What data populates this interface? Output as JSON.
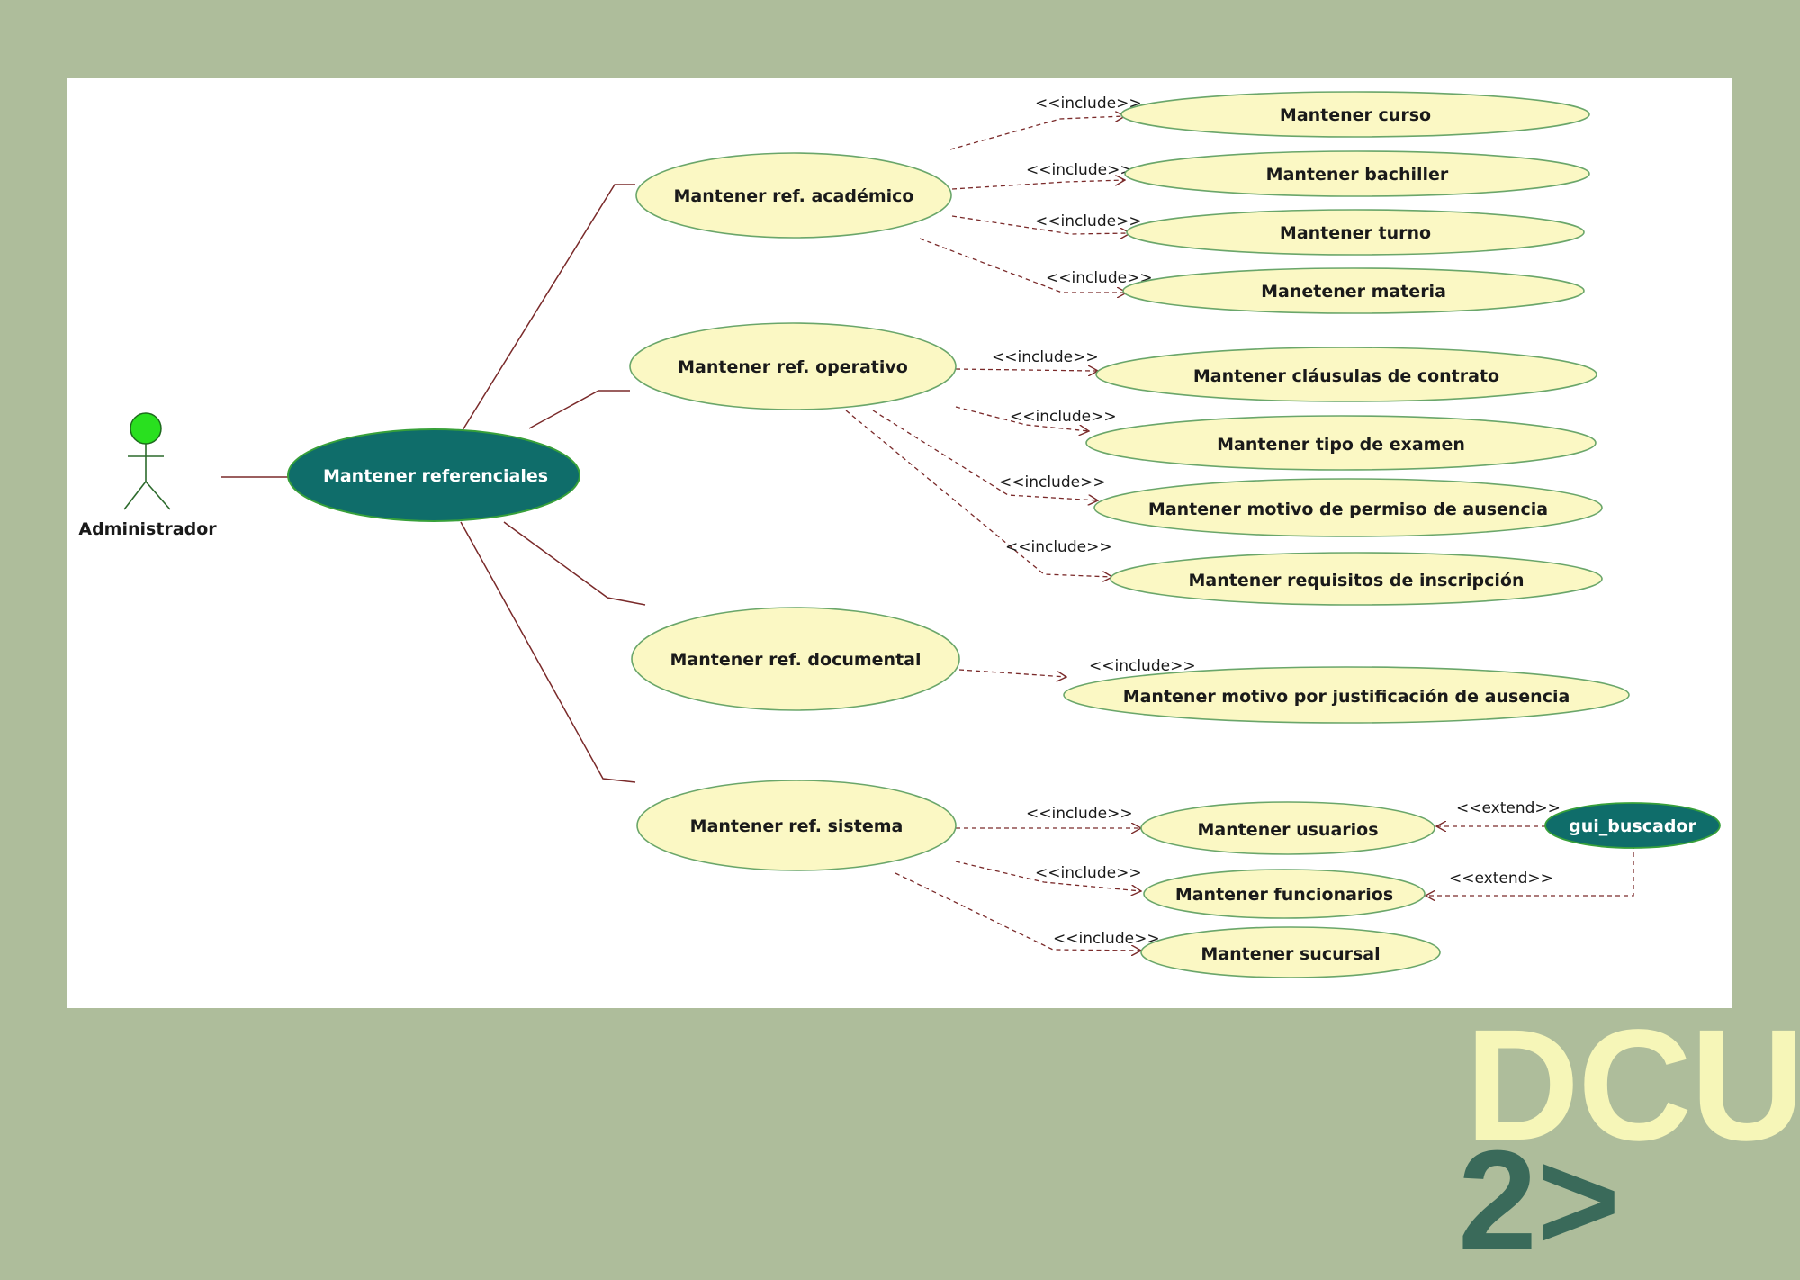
{
  "colors": {
    "background": "#aebd9b",
    "panel": "#ffffff",
    "usecase_fill": "#fbf8c4",
    "usecase_stroke": "#6aa66a",
    "primary_fill": "#0f6d6a",
    "assoc_line": "#7a2a2a",
    "dep_line": "#7a2a2a",
    "actor_head": "#29e01f",
    "title_yellow": "#f6f6b8",
    "title_teal": "#3a6a5a"
  },
  "actor": {
    "label": "Administrador",
    "icon": "stick-figure-actor-icon"
  },
  "main_usecase": {
    "label": "Mantener referenciales"
  },
  "groups": [
    {
      "id": "academico",
      "label": "Mantener ref. académico"
    },
    {
      "id": "operativo",
      "label": "Mantener ref. operativo"
    },
    {
      "id": "documental",
      "label": "Mantener ref. documental"
    },
    {
      "id": "sistema",
      "label": "Mantener ref. sistema"
    }
  ],
  "sub_usecases": [
    {
      "group": "academico",
      "label": "Mantener curso"
    },
    {
      "group": "academico",
      "label": "Mantener bachiller"
    },
    {
      "group": "academico",
      "label": "Mantener turno"
    },
    {
      "group": "academico",
      "label": "Manetener materia"
    },
    {
      "group": "operativo",
      "label": "Mantener cláusulas de contrato"
    },
    {
      "group": "operativo",
      "label": "Mantener tipo de examen"
    },
    {
      "group": "operativo",
      "label": "Mantener motivo de permiso de ausencia"
    },
    {
      "group": "operativo",
      "label": "Mantener requisitos de inscripción"
    },
    {
      "group": "documental",
      "label": "Mantener motivo por justificación de ausencia"
    },
    {
      "group": "sistema",
      "label": "Mantener usuarios"
    },
    {
      "group": "sistema",
      "label": "Mantener funcionarios"
    },
    {
      "group": "sistema",
      "label": "Mantener sucursal"
    }
  ],
  "extension_usecase": {
    "label": "gui_buscador"
  },
  "relations": {
    "include": "<<include>>",
    "extend": "<<extend>>"
  },
  "slide": {
    "title": "DCU",
    "subtitle": "2>"
  }
}
